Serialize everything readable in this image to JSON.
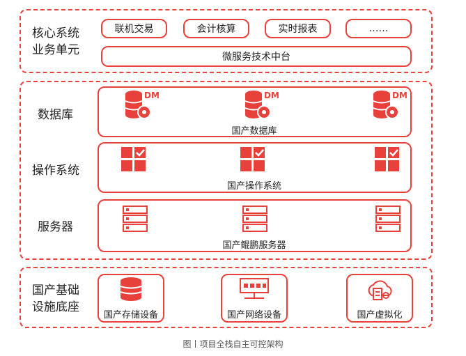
{
  "core": {
    "label_line1": "核心系统",
    "label_line2": "业务单元",
    "pills": [
      "联机交易",
      "会计核算",
      "实时报表",
      "……"
    ],
    "platform": "微服务技术中台"
  },
  "database": {
    "label": "数据库",
    "caption": "国产数据库",
    "icon_badge": "DM"
  },
  "os": {
    "label": "操作系统",
    "caption": "国产操作系统"
  },
  "server": {
    "label": "服务器",
    "caption": "国产鲲鹏服务器"
  },
  "infra": {
    "label_line1": "国产基础",
    "label_line2": "设施底座",
    "items": [
      "国产存储设备",
      "国产网络设备",
      "国产虚拟化"
    ]
  },
  "figure_caption": "图丨项目全栈自主可控架构",
  "colors": {
    "accent": "#e8403a",
    "text": "#222222"
  }
}
